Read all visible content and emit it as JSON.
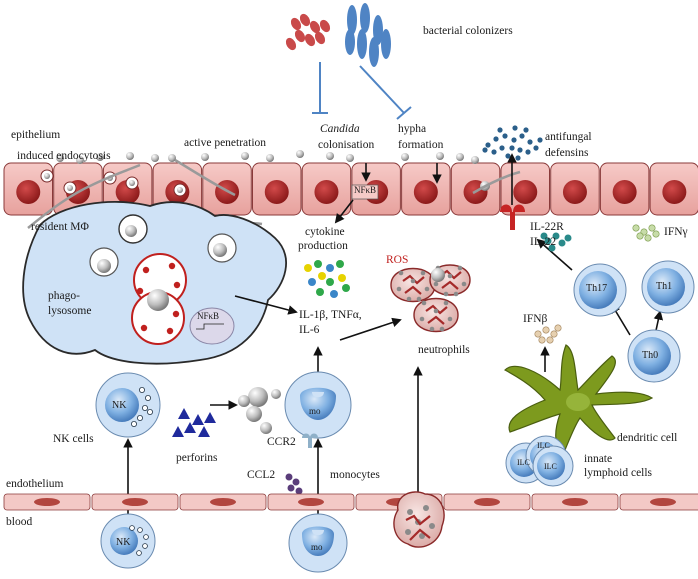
{
  "labels": {
    "bacterial_colonizers": "bacterial colonizers",
    "epithelium": "epithelium",
    "induced_endocytosis": "induced endocytosis",
    "active_penetration": "active penetration",
    "candida": "Candida",
    "colonisation": "colonisation",
    "hypha": "hypha",
    "formation": "formation",
    "antifungal": "antifungal",
    "defensins": "defensins",
    "nfkb_epithelial": "NFκB",
    "resident_macrophage": "resident MΦ",
    "phagolysosome_1": "phago-",
    "phagolysosome_2": "lysosome",
    "nfkb_macrophage": "NFκB",
    "cytokine_1": "cytokine",
    "cytokine_2": "production",
    "il1b": "IL-1β, TNFα,",
    "il6": "IL-6",
    "ros": "ROS",
    "neutrophils": "neutrophils",
    "il22r": "IL-22R",
    "il22": "IL-22",
    "ifng": "IFNγ",
    "ifnb": "IFNβ",
    "th17": "Th17",
    "th1": "Th1",
    "th0": "Th0",
    "dendritic_cell": "dendritic cell",
    "nk": "NK",
    "nk_cells": "NK cells",
    "perforins": "perforins",
    "mo": "mo",
    "ccr2": "CCR2",
    "ccl2": "CCL2",
    "monocytes": "monocytes",
    "ilc": "ILC",
    "innate_1": "innate",
    "innate_2": "lymphoid cells",
    "endothelium": "endothelium",
    "blood": "blood"
  },
  "colors": {
    "epithelial_cell": "#f0b7b4",
    "epithelial_nucleus": "#a31f1f",
    "macrophage": "#cfe2f6",
    "immune_cell": "#5e9ad6",
    "dendritic_cell": "#7d9a1e",
    "endothelial_cell": "#f3c9c6",
    "red_bacteria": "#c94a4a",
    "blue_bacteria": "#4f84c4",
    "defensins": "#2b5f8a",
    "perforins": "#1f2a9c"
  }
}
